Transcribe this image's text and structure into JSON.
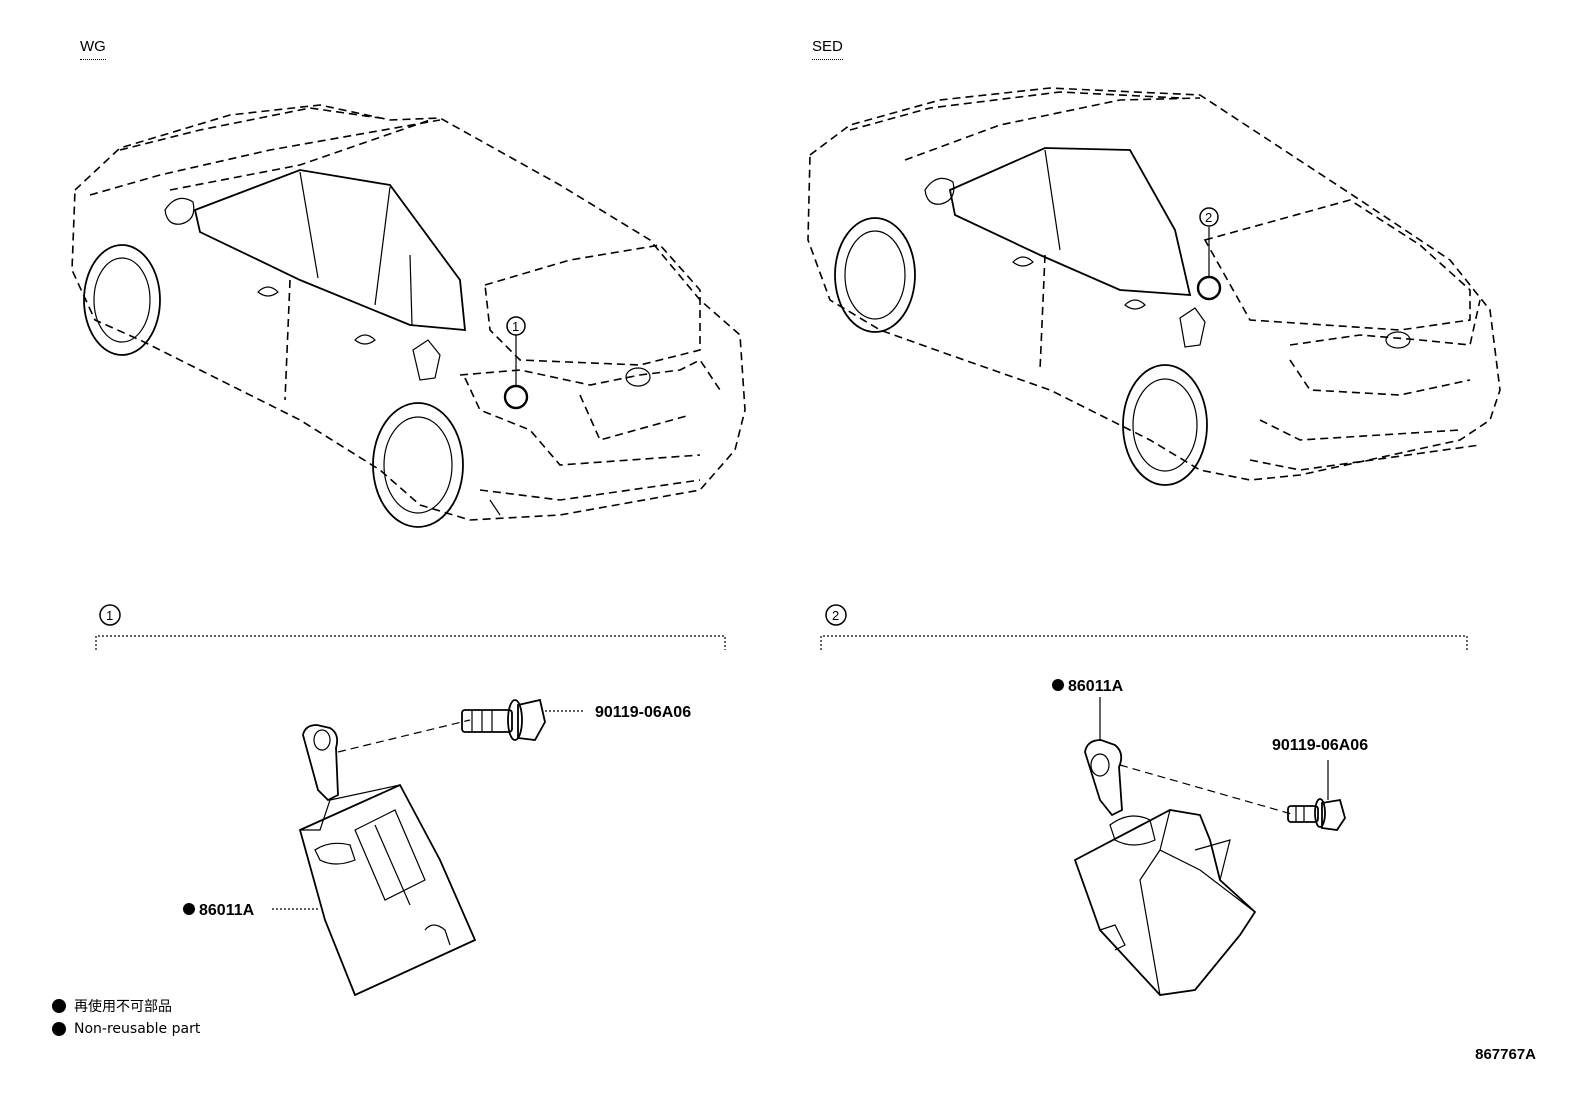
{
  "views": {
    "wg_label": "WG",
    "sed_label": "SED"
  },
  "callouts": {
    "one": "1",
    "two": "2"
  },
  "parts": {
    "wg_bolt": "90119-06A06",
    "wg_sensor": "86011A",
    "sed_sensor": "86011A",
    "sed_bolt": "90119-06A06"
  },
  "legend": {
    "jp": "再使用不可部品",
    "en": "Non-reusable part"
  },
  "reference": "867767A"
}
